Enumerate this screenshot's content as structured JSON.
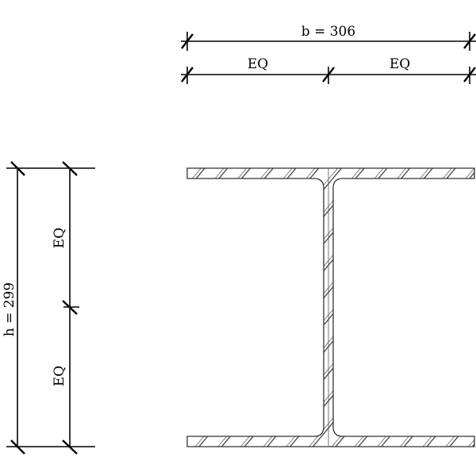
{
  "drawing": {
    "width_label": "b = 306",
    "height_label": "h = 299",
    "eq_top_left": "EQ",
    "eq_top_right": "EQ",
    "eq_left_upper": "EQ",
    "eq_left_lower": "EQ",
    "line_color": "#000000",
    "section_type": "I-beam (H-section)"
  }
}
